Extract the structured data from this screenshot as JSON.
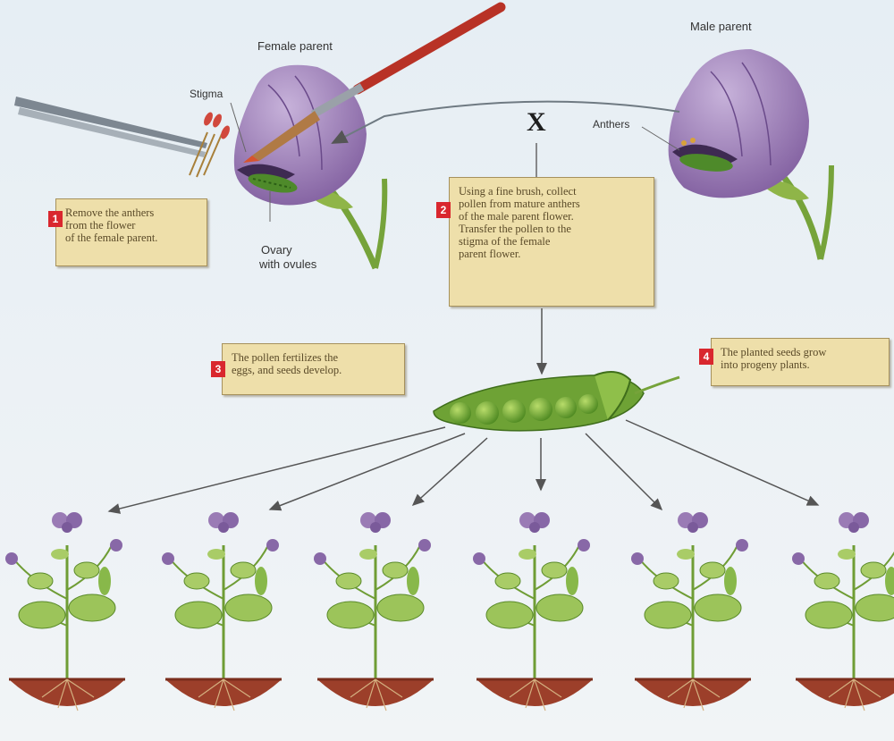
{
  "labels": {
    "female_parent": "Female parent",
    "male_parent": "Male parent",
    "stigma": "Stigma",
    "anthers": "Anthers",
    "ovary": "Ovary",
    "ovules": "with ovules",
    "cross": "X"
  },
  "steps": [
    {
      "number": "1",
      "lines": [
        "Remove the anthers",
        "from the flower",
        "of the female parent."
      ]
    },
    {
      "number": "2",
      "lines": [
        "Using a fine brush, collect",
        "pollen from mature anthers",
        "of the male parent flower.",
        "Transfer the pollen to the",
        "stigma of the female",
        "parent flower."
      ]
    },
    {
      "number": "3",
      "lines": [
        "The pollen fertilizes the",
        "eggs, and seeds develop."
      ]
    },
    {
      "number": "4",
      "lines": [
        "The planted seeds grow",
        "into progeny plants."
      ]
    }
  ],
  "colors": {
    "box_fill": "#eedfaa",
    "step_badge": "#d9272e",
    "petal": "#9a7bb5",
    "leaf": "#8fb548",
    "soil": "#9c3f2a",
    "pod": "#6ea235"
  }
}
